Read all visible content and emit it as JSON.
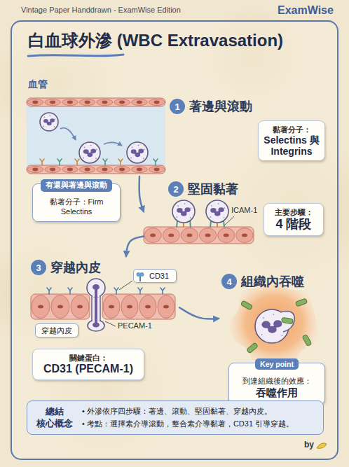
{
  "diagram": {
    "title": "白血球外滲 (WBC Extravasation)",
    "nodes": [
      {
        "text": [
          "1",
          "著邊與滾動"
        ]
      },
      {
        "text": [
          "黏著分子：",
          "Selectins 與 Integrins"
        ]
      },
      {
        "text": [
          "有還與著邊與滾動",
          "黏著分子：Firm Selectins"
        ]
      },
      {
        "text": [
          "2",
          "堅固黏著"
        ]
      },
      {
        "text": [
          "主要步驟：",
          "4 階段"
        ]
      },
      {
        "text": [
          "3",
          "穿越內皮"
        ]
      },
      {
        "text": [
          "CD31"
        ],
        "in": 5
      },
      {
        "text": [
          "穿越內皮"
        ],
        "in": 5
      },
      {
        "text": [
          "關鍵蛋白：",
          "CD31 (PECAM-1)"
        ]
      },
      {
        "text": [
          "4",
          "組織內吞噬"
        ]
      },
      {
        "text": [
          "Key point",
          "到達組織後的效應：",
          "吞噬作用"
        ]
      },
      {
        "text": [
          "總結 核心概念",
          "• 外滲依序四步驟：著邊、滾動、堅固黏著、穿越內皮。",
          "• 考點：選擇素介導滾動，整合素介導黏著，CD31 引導穿越。"
        ]
      }
    ],
    "edges": [
      {
        "from": 0,
        "to": 3,
        "arrow": "to"
      },
      {
        "from": 3,
        "to": 5,
        "arrow": "to"
      },
      {
        "from": 5,
        "to": 9,
        "arrow": "to"
      }
    ],
    "labels": [
      "Vintage Paper Handdrawn - ExamWise Edition",
      "ExamWise",
      "血管",
      "ICAM-1",
      "PECAM-1",
      "by"
    ]
  }
}
